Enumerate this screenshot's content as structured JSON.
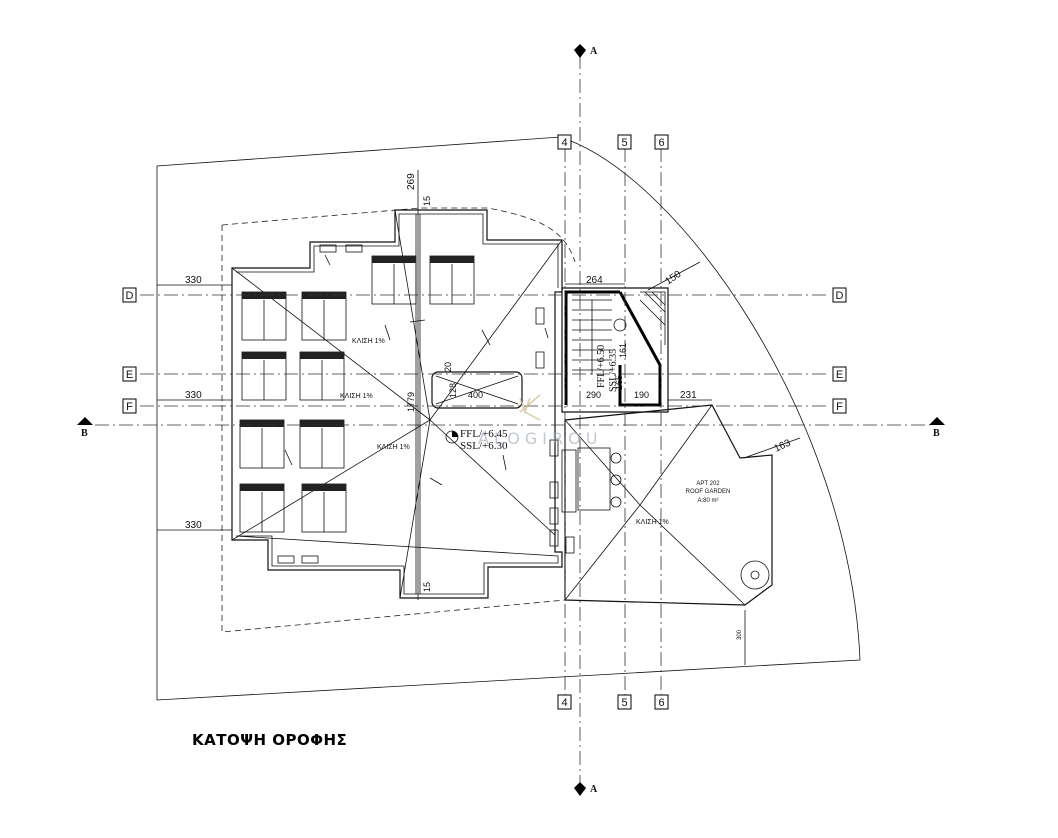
{
  "drawing": {
    "title": "ΚΑΤΟΨΗ ΟΡΟΦΗΣ",
    "watermark_text": "ALOGIROU",
    "section_marks": {
      "a_top": "A",
      "a_bottom": "A",
      "b_left": "B",
      "b_right": "B"
    },
    "grid_labels": {
      "g4_top": "4",
      "g5_top": "5",
      "g6_top": "6",
      "g4_bottom": "4",
      "g5_bottom": "5",
      "g6_bottom": "6",
      "d_left": "D",
      "d_right": "D",
      "e_left": "E",
      "e_right": "E",
      "f_left": "F",
      "f_right": "F"
    },
    "dimensions": {
      "d330_top": "330",
      "d330_mid": "330",
      "d330_bottom": "330",
      "d269": "269",
      "d1779": "1779",
      "d15_top": "15",
      "d15_bottom": "15",
      "d264": "264",
      "d150": "150",
      "d231": "231",
      "d163": "163",
      "d290": "290",
      "d190": "190",
      "d400": "400",
      "d128": "128",
      "d20": "20",
      "d161": "161",
      "d165": "165",
      "d300": "300"
    },
    "levels": {
      "main_ffl": "FFL/+6.45",
      "main_ssl": "SSL/+6.30",
      "stair_ffl": "FFL/+6.50",
      "stair_ssl": "SSL/+6.35"
    },
    "slope_labels": {
      "s1": "ΚΛΙΣΗ 1%",
      "s2": "ΚΛΙΣΗ 1%",
      "s3": "ΚΛΙΣΗ 1%",
      "s4": "ΚΛΙΣΗ 1%"
    },
    "apartment": {
      "name": "APT 202",
      "type": "ROOF GARDEN",
      "area": "A:80 m²"
    },
    "colors": {
      "ink": "#111111",
      "background": "#ffffff",
      "watermark": "#9aa5b4"
    }
  }
}
